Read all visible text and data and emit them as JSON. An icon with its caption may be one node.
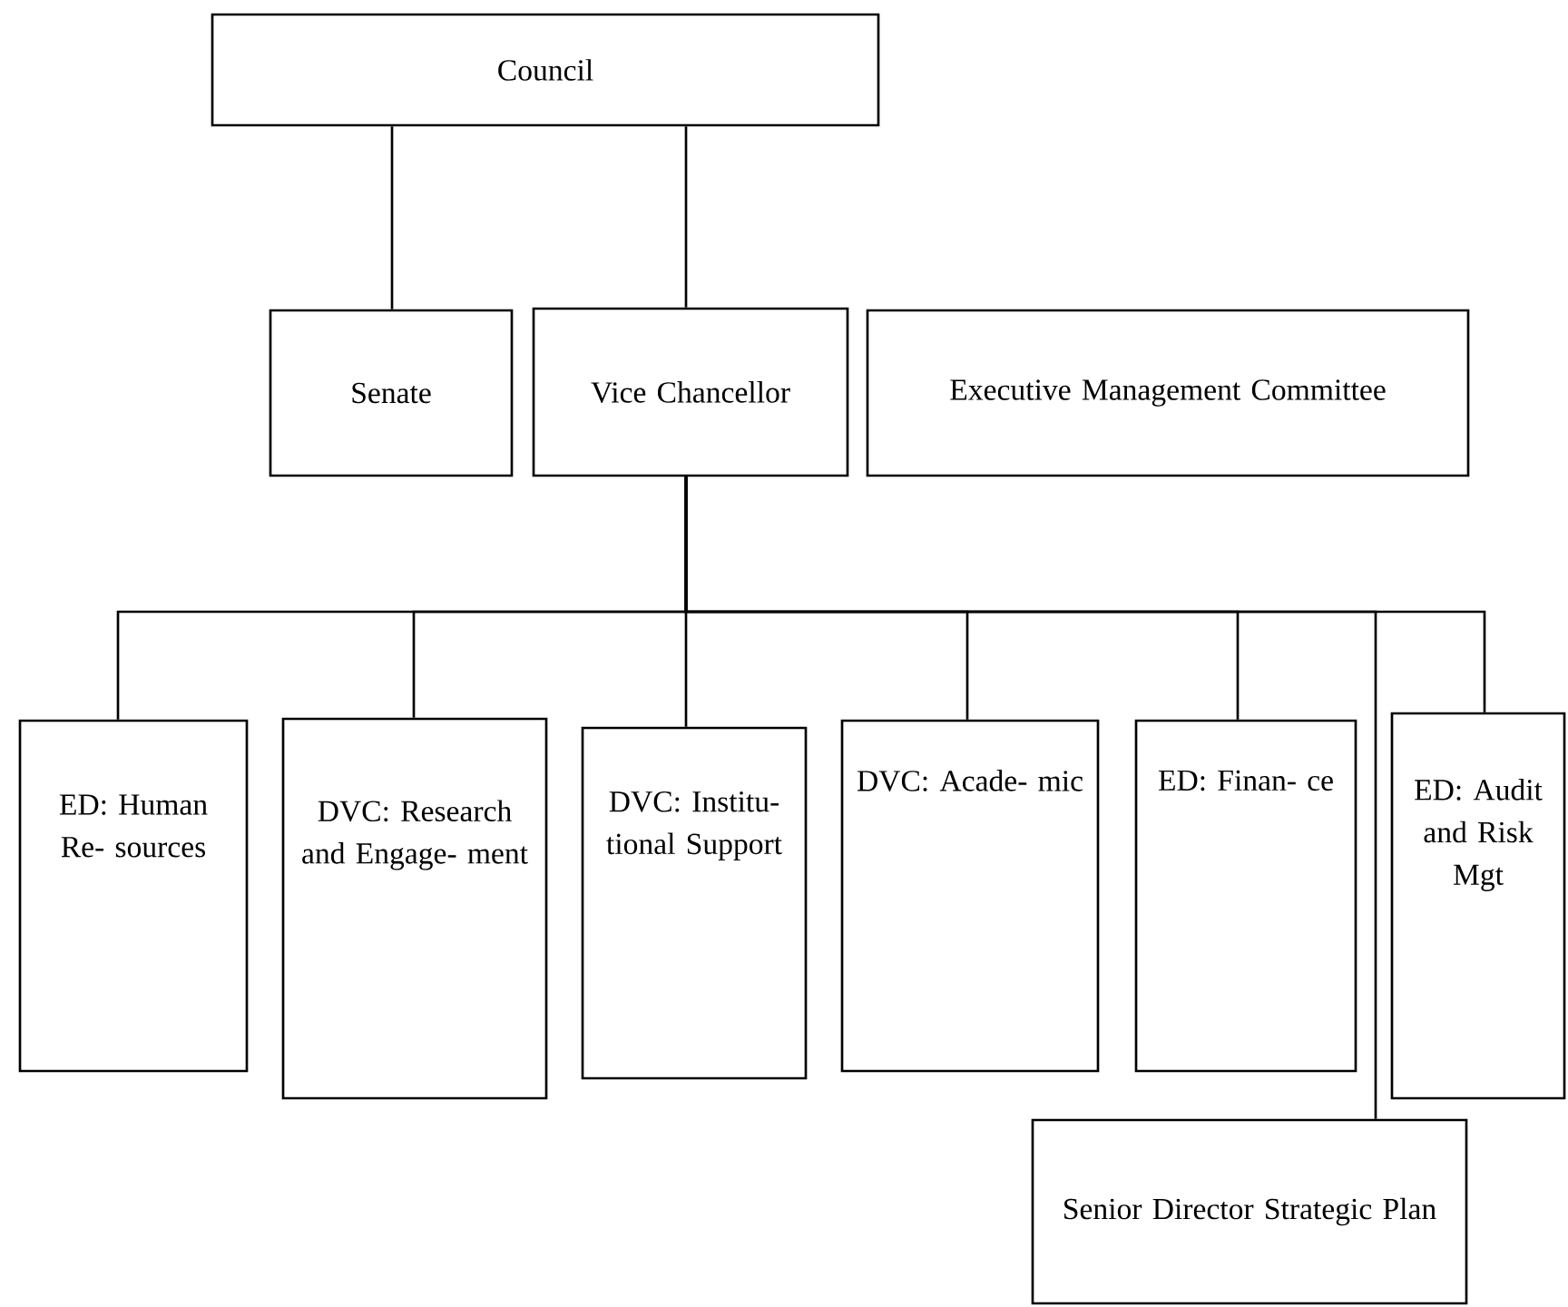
{
  "diagram": {
    "nodes": [
      {
        "text": [
          "Council"
        ]
      },
      {
        "text": [
          "Senate"
        ]
      },
      {
        "text": [
          "Vice Chancellor"
        ]
      },
      {
        "text": [
          "Executive Management Committee"
        ]
      },
      {
        "text": [
          "ED: Human Re- sources"
        ]
      },
      {
        "text": [
          "DVC: Research and Engage- ment"
        ]
      },
      {
        "text": [
          "DVC: Institu- tional Support"
        ]
      },
      {
        "text": [
          "DVC: Acade- mic"
        ]
      },
      {
        "text": [
          "ED: Finan- ce"
        ]
      },
      {
        "text": [
          "ED: Audit and Risk Mgt"
        ]
      },
      {
        "text": [
          "Senior Director Strategic Plan"
        ]
      }
    ],
    "edges": [
      {
        "from": 0,
        "to": 1,
        "arrow": "none"
      },
      {
        "from": 0,
        "to": 2,
        "arrow": "none"
      },
      {
        "from": 2,
        "to": 4,
        "arrow": "none"
      },
      {
        "from": 2,
        "to": 5,
        "arrow": "none"
      },
      {
        "from": 2,
        "to": 6,
        "arrow": "none"
      },
      {
        "from": 2,
        "to": 7,
        "arrow": "none"
      },
      {
        "from": 2,
        "to": 8,
        "arrow": "none"
      },
      {
        "from": 2,
        "to": 10,
        "arrow": "none"
      },
      {
        "from": 2,
        "to": 9,
        "arrow": "none"
      }
    ]
  }
}
